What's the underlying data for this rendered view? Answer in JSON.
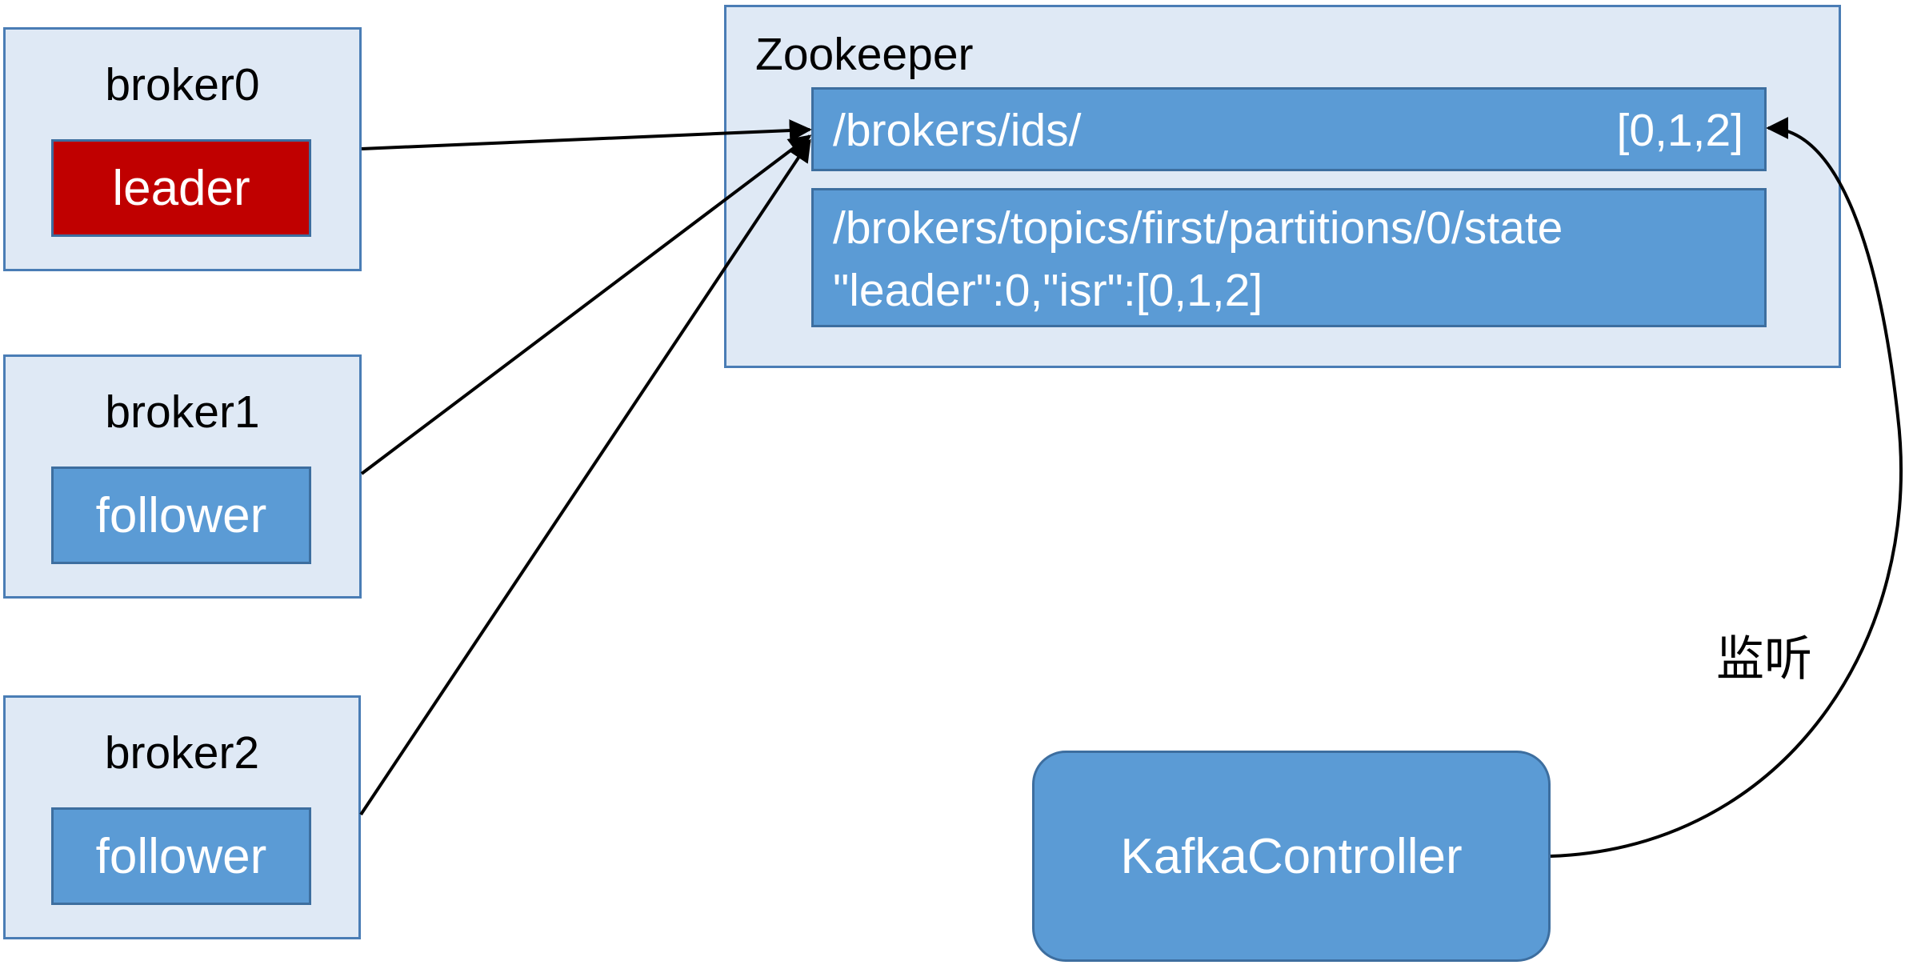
{
  "brokers": [
    {
      "name": "broker0",
      "role": "leader",
      "role_color": "#c00000"
    },
    {
      "name": "broker1",
      "role": "follower",
      "role_color": "#5b9bd5"
    },
    {
      "name": "broker2",
      "role": "follower",
      "role_color": "#5b9bd5"
    }
  ],
  "zookeeper": {
    "title": "Zookeeper",
    "ids_node": {
      "path": "/brokers/ids/",
      "value": "[0,1,2]"
    },
    "state_node": {
      "path": "/brokers/topics/first/partitions/0/state",
      "value": "\"leader\":0,\"isr\":[0,1,2]"
    }
  },
  "controller": {
    "label": "KafkaController"
  },
  "edge_label": "监听",
  "colors": {
    "fill_light": "#dfe9f5",
    "node_blue": "#5b9bd5",
    "leader_red": "#c00000",
    "border": "#4a7db5"
  }
}
